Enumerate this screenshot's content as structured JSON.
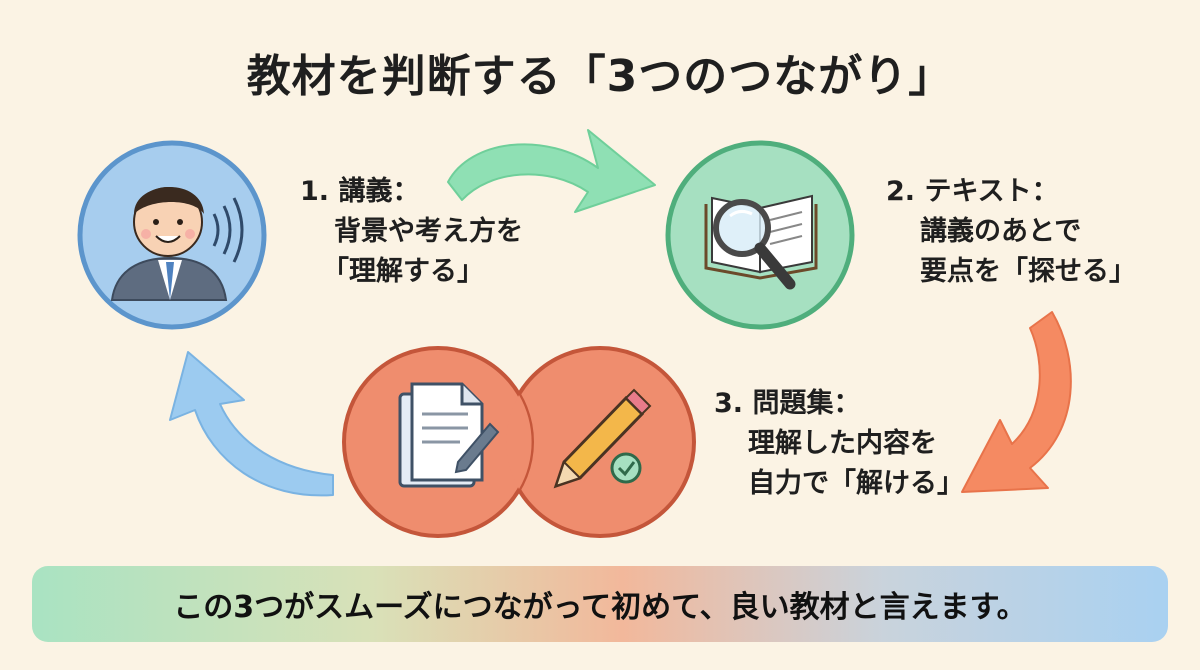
{
  "title": "教材を判断する「3つのつながり」",
  "steps": [
    {
      "heading": "1. 講義：",
      "line1": "背景や考え方を",
      "line2": "「理解する」"
    },
    {
      "heading": "2. テキスト：",
      "line1": "講義のあとで",
      "line2": "要点を「探せる」"
    },
    {
      "heading": "3. 問題集：",
      "line1": "理解した内容を",
      "line2": "自力で「解ける」"
    }
  ],
  "banner": "この3つがスムーズにつながって初めて、良い教材と言えます。",
  "colors": {
    "background": "#fbf3e4",
    "lecture_circle": "#a7cdee",
    "text_circle": "#a6e0c1",
    "workbook_circle": "#ef8d6e",
    "arrow_green": "#8fe0b4",
    "arrow_orange": "#f58a62",
    "arrow_blue": "#9ccbf0"
  },
  "icons": {
    "lecture": "lecturer-speaking-icon",
    "text": "book-magnifier-icon",
    "workbook": "document-pencil-check-icon"
  }
}
